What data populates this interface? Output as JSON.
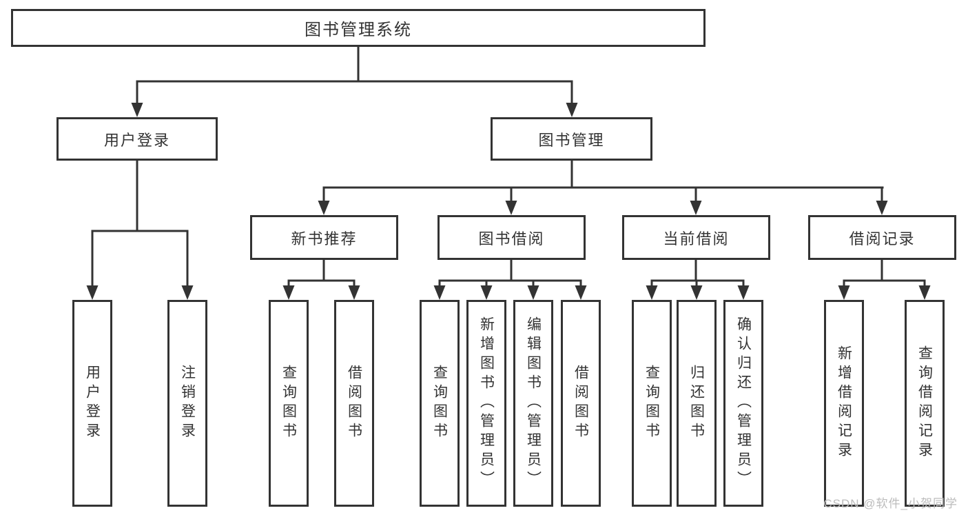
{
  "colors": {
    "line": "#333333",
    "text": "#333333",
    "watermark": "#bcbcbc",
    "background": "#ffffff"
  },
  "watermark": "CSDN @软件_小贺同学",
  "tree": {
    "root": {
      "label": "图书管理系统",
      "children": [
        {
          "label": "用户登录",
          "children": [
            {
              "label": "用户登录"
            },
            {
              "label": "注销登录"
            }
          ]
        },
        {
          "label": "图书管理",
          "children": [
            {
              "label": "新书推荐",
              "children": [
                {
                  "label": "查询图书"
                },
                {
                  "label": "借阅图书"
                }
              ]
            },
            {
              "label": "图书借阅",
              "children": [
                {
                  "label": "查询图书"
                },
                {
                  "label": "新增图书（管理员）"
                },
                {
                  "label": "编辑图书（管理员）"
                },
                {
                  "label": "借阅图书"
                }
              ]
            },
            {
              "label": "当前借阅",
              "children": [
                {
                  "label": "查询图书"
                },
                {
                  "label": "归还图书"
                },
                {
                  "label": "确认归还（管理员）"
                }
              ]
            },
            {
              "label": "借阅记录",
              "children": [
                {
                  "label": "新增借阅记录"
                },
                {
                  "label": "查询借阅记录"
                }
              ]
            }
          ]
        }
      ]
    }
  }
}
